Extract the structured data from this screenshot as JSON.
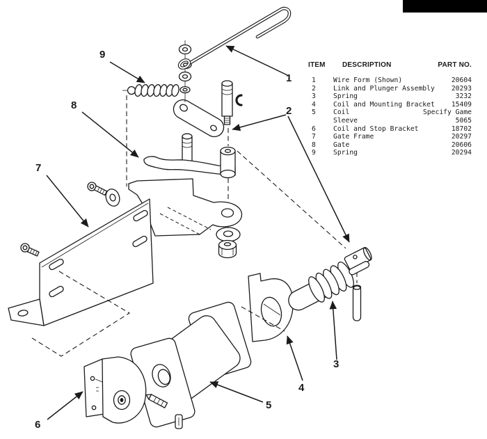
{
  "colors": {
    "ink": "#1a1a1a",
    "paper": "#ffffff",
    "redaction": "#000000"
  },
  "parts_table": {
    "headers": {
      "item": "ITEM",
      "description": "DESCRIPTION",
      "part_no": "PART NO."
    },
    "rows": [
      {
        "item": "1",
        "description": "Wire Form (Shown)",
        "part_no": "20604"
      },
      {
        "item": "2",
        "description": "Link and Plunger Assembly",
        "part_no": "20293"
      },
      {
        "item": "3",
        "description": "Spring",
        "part_no": "3232"
      },
      {
        "item": "4",
        "description": "Coil and Mounting Bracket",
        "part_no": "15409"
      },
      {
        "item": "5",
        "description": "Coil",
        "part_no": "Specify Game"
      },
      {
        "item": "",
        "description": "Sleeve",
        "part_no": "5065"
      },
      {
        "item": "6",
        "description": "Coil and Stop Bracket",
        "part_no": "18702"
      },
      {
        "item": "7",
        "description": "Gate Frame",
        "part_no": "20297"
      },
      {
        "item": "8",
        "description": "Gate",
        "part_no": "20606"
      },
      {
        "item": "9",
        "description": "Spring",
        "part_no": "20294"
      }
    ]
  },
  "callouts": [
    {
      "number": "1"
    },
    {
      "number": "2"
    },
    {
      "number": "3"
    },
    {
      "number": "4"
    },
    {
      "number": "5"
    },
    {
      "number": "6"
    },
    {
      "number": "7"
    },
    {
      "number": "8"
    },
    {
      "number": "9"
    }
  ]
}
